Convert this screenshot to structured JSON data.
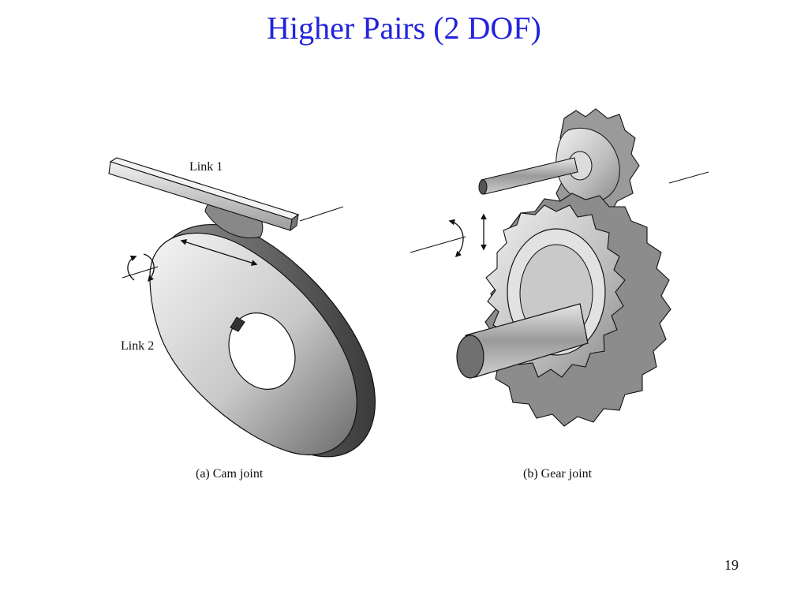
{
  "slide": {
    "title": "Higher Pairs (2 DOF)",
    "page_number": "19",
    "title_color": "#2222dd"
  },
  "figure_a": {
    "link1_label": "Link 1",
    "link2_label": "Link 2",
    "caption": "(a) Cam joint"
  },
  "figure_b": {
    "caption": "(b) Gear joint"
  }
}
